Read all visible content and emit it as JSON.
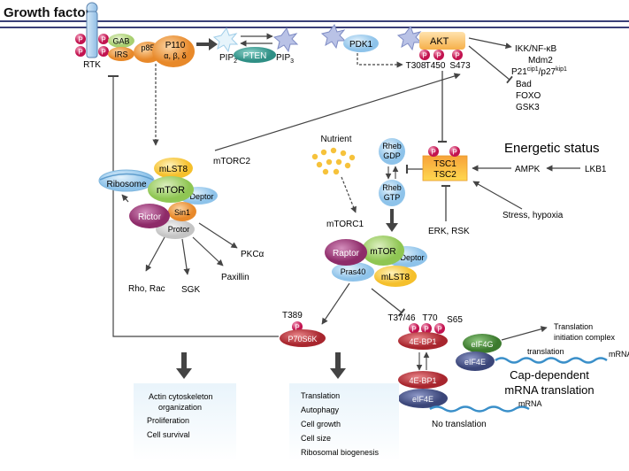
{
  "header": {
    "title": "Growth factor"
  },
  "nodes": {
    "rtk": "RTK",
    "gab": "GAB",
    "irs": "IRS",
    "p85": "p85",
    "p110": "P110",
    "p110_sub": "α, β, δ",
    "pip2": "PIP",
    "pip2_sub": "2",
    "pten": "PTEN",
    "pip3": "PIP",
    "pip3_sub": "3",
    "pdk1": "PDK1",
    "akt": "AKT",
    "t308": "T308",
    "t450": "T450",
    "s473": "S473",
    "mtorc2": "mTORC2",
    "ribosome": "Ribosome",
    "mlst8_c2": "mLST8",
    "mtor_c2": "mTOR",
    "deptor_c2": "Deptor",
    "rictor": "Rictor",
    "sin1": "Sin1",
    "protor": "Protor",
    "pkca": "PKCα",
    "rho_rac": "Rho, Rac",
    "sgk": "SGK",
    "paxillin": "Paxillin",
    "nutrient": "Nutrient",
    "mtorc1": "mTORC1",
    "rheb_gdp_1": "Rheb",
    "rheb_gdp_2": "GDP",
    "rheb_gtp_1": "Rheb",
    "rheb_gtp_2": "GTP",
    "tsc1": "TSC1",
    "tsc2": "TSC2",
    "energetic_status": "Energetic status",
    "ampk": "AMPK",
    "lkb1": "LKB1",
    "stress": "Stress, hypoxia",
    "erk_rsk": "ERK, RSK",
    "raptor": "Raptor",
    "mtor_c1": "mTOR",
    "deptor_c1": "Deptor",
    "pras40": "Pras40",
    "mlst8_c1": "mLST8",
    "t389": "T389",
    "p70s6k": "P70S6K",
    "t37_46": "T37/46",
    "t70": "T70",
    "s65": "S65",
    "ebp1_top": "4E-BP1",
    "ebp1_bottom": "4E-BP1",
    "eif4g": "eIF4G",
    "eif4e_top": "eIF4E",
    "eif4e_bottom": "eIF4E",
    "translation": "translation",
    "mrna_top": "mRNA",
    "mrna_bottom": "mRNA",
    "tic_1": "Translation",
    "tic_2": "initiation complex",
    "cap_1": "Cap-dependent",
    "cap_2": "mRNA translation",
    "no_translation": "No translation",
    "phospho": "P"
  },
  "akt_targets": {
    "activated": [
      "IKK/NF-κB",
      "Mdm2"
    ],
    "p21_base": "P21",
    "p21_sup": "cip1",
    "p27_base": "/p27",
    "p27_sup": "kip1",
    "inhibited": [
      "Bad",
      "FOXO",
      "GSK3"
    ]
  },
  "outcome_mtorc2": [
    "Actin cytoskeleton",
    "organization",
    "Proliferation",
    "Cell survival"
  ],
  "outcome_mtorc1": [
    "Translation",
    "Autophagy",
    "Cell growth",
    "Cell size",
    "Ribosomal biogenesis"
  ],
  "colors": {
    "membrane": "#3a3f78",
    "phospho": "#d81b60",
    "gab": "#c5e09a",
    "irs": "#f2a14a",
    "pten": "#3ea79c",
    "pdk1": "#a9d2ef",
    "akt": "#fbc56a",
    "tsc": "#ffd35a",
    "mtor": "#a9d36b",
    "rictor": "#a23a7a",
    "raptor": "#b04b86",
    "p70s6k": "#c0353d",
    "ebp1": "#c0353d",
    "eif4e": "#4a5690",
    "eif4g": "#4b8b3b",
    "mrna": "#3a8fc9",
    "nutrient": "#f6c23b",
    "outcome_box": "#eef6fb"
  }
}
